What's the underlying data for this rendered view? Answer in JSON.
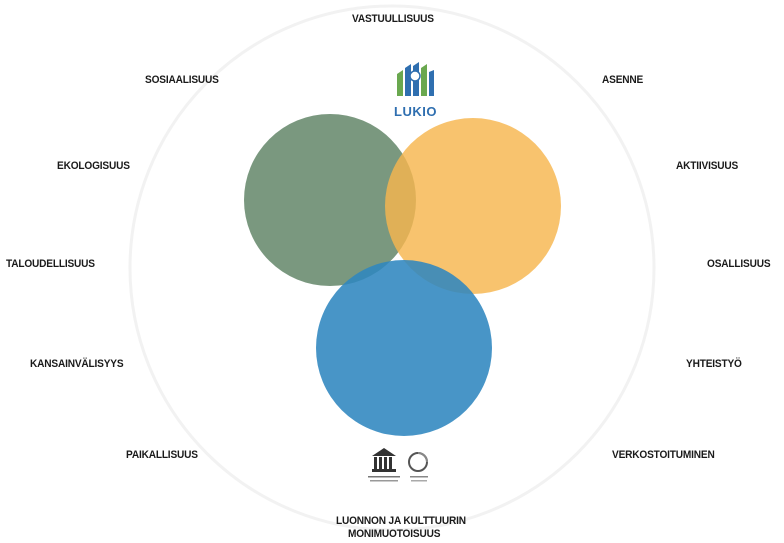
{
  "keywords": {
    "top": "VASTUULLISUUS",
    "sosiaalisuus": "SOSIAALISUUS",
    "asenne": "ASENNE",
    "ekologisuus": "EKOLOGISUUS",
    "aktiivisuus": "AKTIIVISUUS",
    "taloudellisuus": "TALOUDELLISUUS",
    "osallisuus": "OSALLISUUS",
    "kansainvalisyys": "KANSAINVÄLISYYS",
    "yhteistyo": "YHTEISTYÖ",
    "paikallisuus": "PAIKALLISUUS",
    "verkostoituminen": "VERKOSTOITUMINEN",
    "bottom_line1": "LUONNON JA KULTTUURIN",
    "bottom_line2": "MONIMUOTOISUUS"
  },
  "logo": {
    "text": "LUKIO"
  },
  "circles": {
    "green_color": "#6f8f74",
    "orange_color": "#f7b64e",
    "blue_color": "#2f86bf"
  },
  "colors": {
    "ring": "#f1f1f1",
    "logo_blue": "#2f6fb0",
    "logo_green": "#6aa84f"
  }
}
